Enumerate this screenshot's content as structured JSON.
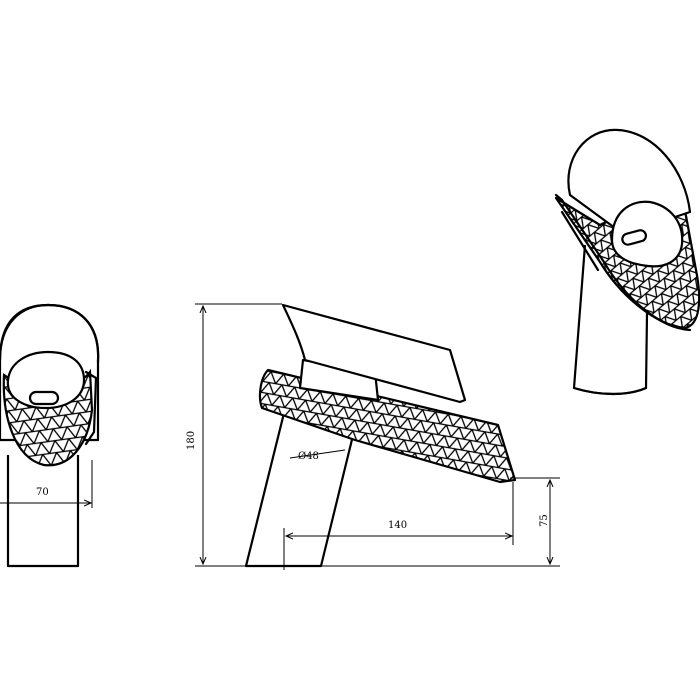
{
  "dimensions": {
    "height_total": "180",
    "width_front": "70",
    "pipe_diameter": "Ø48",
    "spout_reach": "140",
    "spout_height": "75"
  },
  "views": [
    "front-view",
    "side-view",
    "perspective-view"
  ],
  "colors": {
    "line": "#000000",
    "background": "#ffffff"
  }
}
